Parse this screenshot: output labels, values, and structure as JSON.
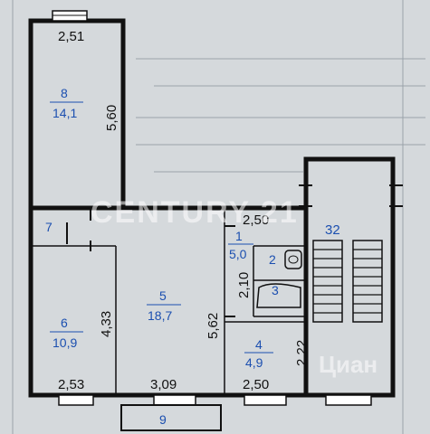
{
  "rooms": {
    "r1": {
      "number": "1",
      "area": "5,0"
    },
    "r2": {
      "number": "2"
    },
    "r3": {
      "number": "3"
    },
    "r4": {
      "number": "4",
      "area": "4,9"
    },
    "r5": {
      "number": "5",
      "area": "18,7"
    },
    "r6": {
      "number": "6",
      "area": "10,9"
    },
    "r7": {
      "number": "7"
    },
    "r8": {
      "number": "8",
      "area": "14,1"
    },
    "r9": {
      "number": "9"
    },
    "stair": {
      "number": "32"
    }
  },
  "dimensions": {
    "top_width": "2,51",
    "room8_length": "5,60",
    "hall_width": "2,50",
    "room1_length": "2,10",
    "room6_length": "4,33",
    "room5_length": "5,62",
    "room4_length": "2,22",
    "bottom_left": "2,53",
    "bottom_mid": "3,09",
    "bottom_right": "2,50"
  },
  "watermark": {
    "brand": "CENTURY 21",
    "service": "Циан"
  },
  "colors": {
    "label_blue": "#1b4fb0",
    "stair_red": "#c0282f",
    "wall": "#111111"
  }
}
